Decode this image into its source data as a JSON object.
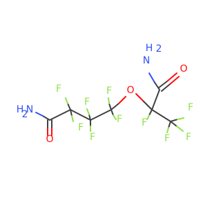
{
  "molecule": {
    "colors": {
      "carbon_bond": "#404040",
      "fluorine": "#90e050",
      "oxygen": "#ff0d0d",
      "nitrogen": "#3050f8"
    },
    "atoms": {
      "amide_n_left": {
        "symbol": "N",
        "hydrogens": "H",
        "hcount": "2"
      },
      "amide_o_left": {
        "symbol": "O"
      },
      "amide_n_right": {
        "symbol": "N",
        "hydrogens": "H",
        "hcount": "2"
      },
      "amide_o_right": {
        "symbol": "O"
      },
      "ether_o": {
        "symbol": "O"
      },
      "fluorines": [
        "F",
        "F",
        "F",
        "F",
        "F",
        "F",
        "F",
        "F",
        "F",
        "F"
      ]
    }
  }
}
